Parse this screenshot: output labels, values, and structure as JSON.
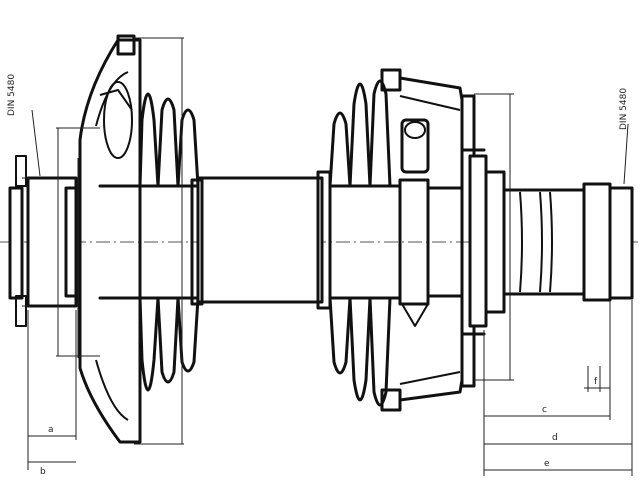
{
  "labels": {
    "spline_left": "DIN 5480",
    "spline_right": "DIN 5480",
    "dim_a": "a",
    "dim_b": "b",
    "dim_c": "c",
    "dim_d": "d",
    "dim_e": "e",
    "dim_f": "f"
  },
  "colors": {
    "line": "#111111",
    "background": "#ffffff"
  }
}
